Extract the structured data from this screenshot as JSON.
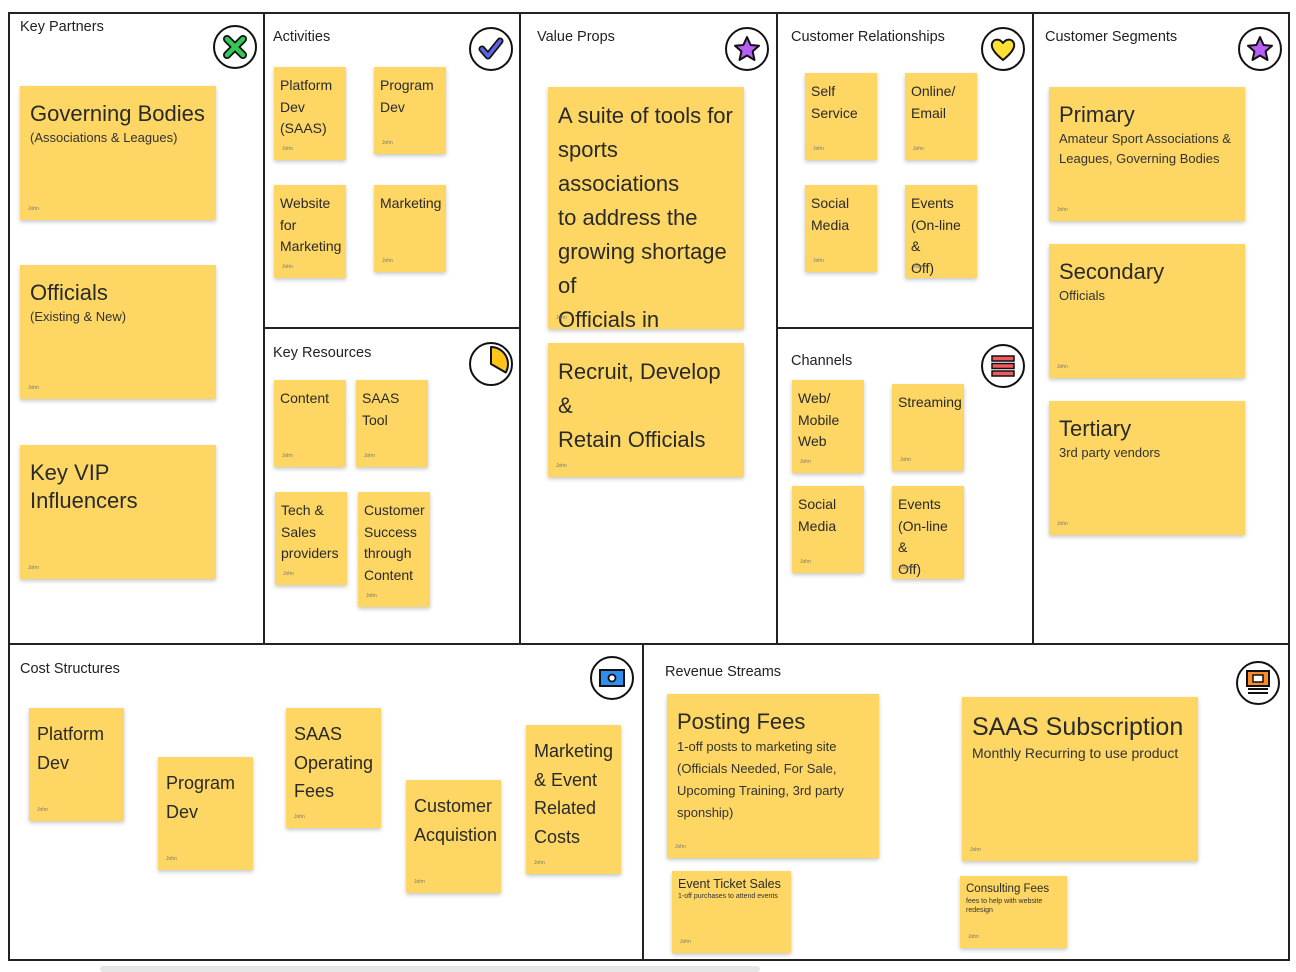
{
  "sections": {
    "key_partners": "Key Partners",
    "activities": "Activities",
    "key_resources": "Key Resources",
    "value_props": "Value Props",
    "customer_relationships": "Customer Relationships",
    "channels": "Channels",
    "customer_segments": "Customer Segments",
    "cost_structures": "Cost Structures",
    "revenue_streams": "Revenue Streams"
  },
  "icons": {
    "key_partners": "x-mark-icon",
    "activities": "check-mark-icon",
    "key_resources": "pie-chart-icon",
    "value_props": "star-icon",
    "customer_relationships": "heart-icon",
    "channels": "list-icon",
    "customer_segments": "star-icon",
    "cost_structures": "banknote-icon",
    "revenue_streams": "invoice-icon"
  },
  "colors": {
    "note": "#fdd663",
    "border": "#222222",
    "green": "#34c759",
    "blue": "#5b63e6",
    "purple": "#b860f5",
    "yellow": "#ffe135",
    "red": "#f0595f",
    "sky": "#2d8ef0",
    "orange": "#ff8a2a",
    "pie": "#ffc41a"
  },
  "author": "John",
  "notes": {
    "key_partners": [
      {
        "title": "Governing Bodies",
        "sub": "(Associations & Leagues)"
      },
      {
        "title": "Officials",
        "sub": "(Existing & New)"
      },
      {
        "title": "Key VIP Influencers",
        "sub": ""
      }
    ],
    "activities": [
      "Platform\nDev\n(SAAS)",
      "Program\nDev",
      "Website\nfor\nMarketing",
      "Marketing"
    ],
    "key_resources": [
      "Content",
      "SAAS Tool",
      "Tech &\nSales\nproviders",
      "Customer\nSuccess\nthrough\nContent"
    ],
    "value_props": [
      "A suite of tools for\nsports associations\nto  address the\ngrowing shortage of\nOfficials in Amateur\nSport",
      "Recruit, Develop &\nRetain Officials"
    ],
    "customer_relationships": [
      "Self\nService",
      "Online/\nEmail",
      "Social\nMedia",
      "Events\n(On-line &\nOff)"
    ],
    "channels": [
      "Web/\nMobile\nWeb",
      "Streaming",
      "Social\nMedia",
      "Events\n(On-line &\nOff)"
    ],
    "customer_segments": [
      {
        "title": "Primary",
        "sub": "Amateur Sport Associations &\nLeagues, Governing Bodies"
      },
      {
        "title": "Secondary",
        "sub": "Officials"
      },
      {
        "title": "Tertiary",
        "sub": "3rd party vendors"
      }
    ],
    "cost_structures": [
      "Platform\nDev",
      "Program\nDev",
      "SAAS\nOperating\nFees",
      "Customer\nAcquistion",
      "Marketing\n& Event\nRelated\nCosts"
    ],
    "revenue_streams": [
      {
        "title": "Posting Fees",
        "sub": "1-off posts to marketing site\n(Officials Needed, For Sale,\nUpcoming Training, 3rd party\nsponship)"
      },
      {
        "title": "SAAS Subscription",
        "sub": "Monthly Recurring to use product"
      },
      {
        "title": "Event Ticket Sales",
        "sub": "1-off purchases to attend events"
      },
      {
        "title": "Consulting Fees",
        "sub": "fees to help with website redesign"
      }
    ]
  }
}
